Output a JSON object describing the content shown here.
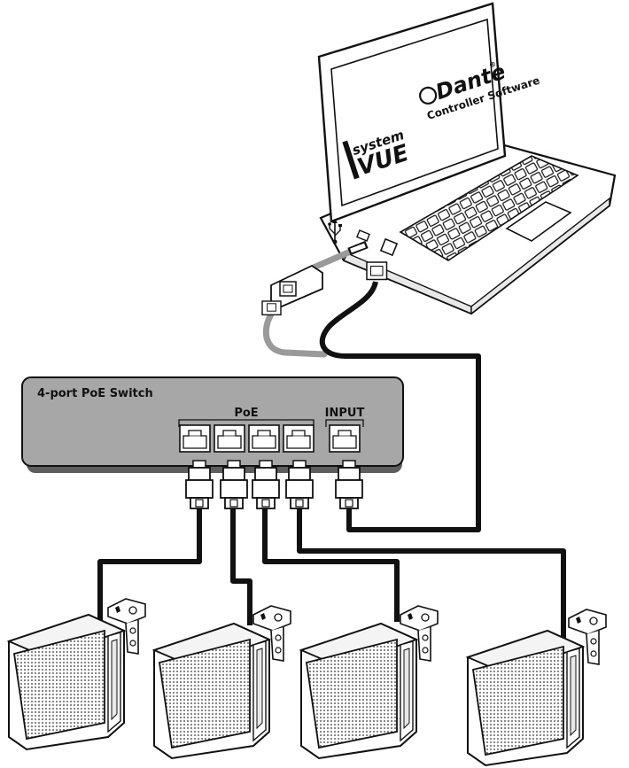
{
  "switch": {
    "title": "4-port PoE Switch",
    "poe_label": "PoE",
    "input_label": "INPUT"
  },
  "laptop": {
    "logo_systemvue_line1": "system",
    "logo_systemvue_line2": "VUE",
    "logo_dante_brand": "Dante",
    "logo_dante_registered": "®",
    "logo_dante_subtitle": "Controller Software"
  },
  "icons": {
    "usb": "usb-icon",
    "ethernet": "ethernet-port-icon"
  },
  "colors": {
    "switch_body": "#a7a7a7",
    "cable_black": "#111111",
    "cable_gray": "#9a9a9a",
    "line": "#111111",
    "background": "#ffffff"
  }
}
